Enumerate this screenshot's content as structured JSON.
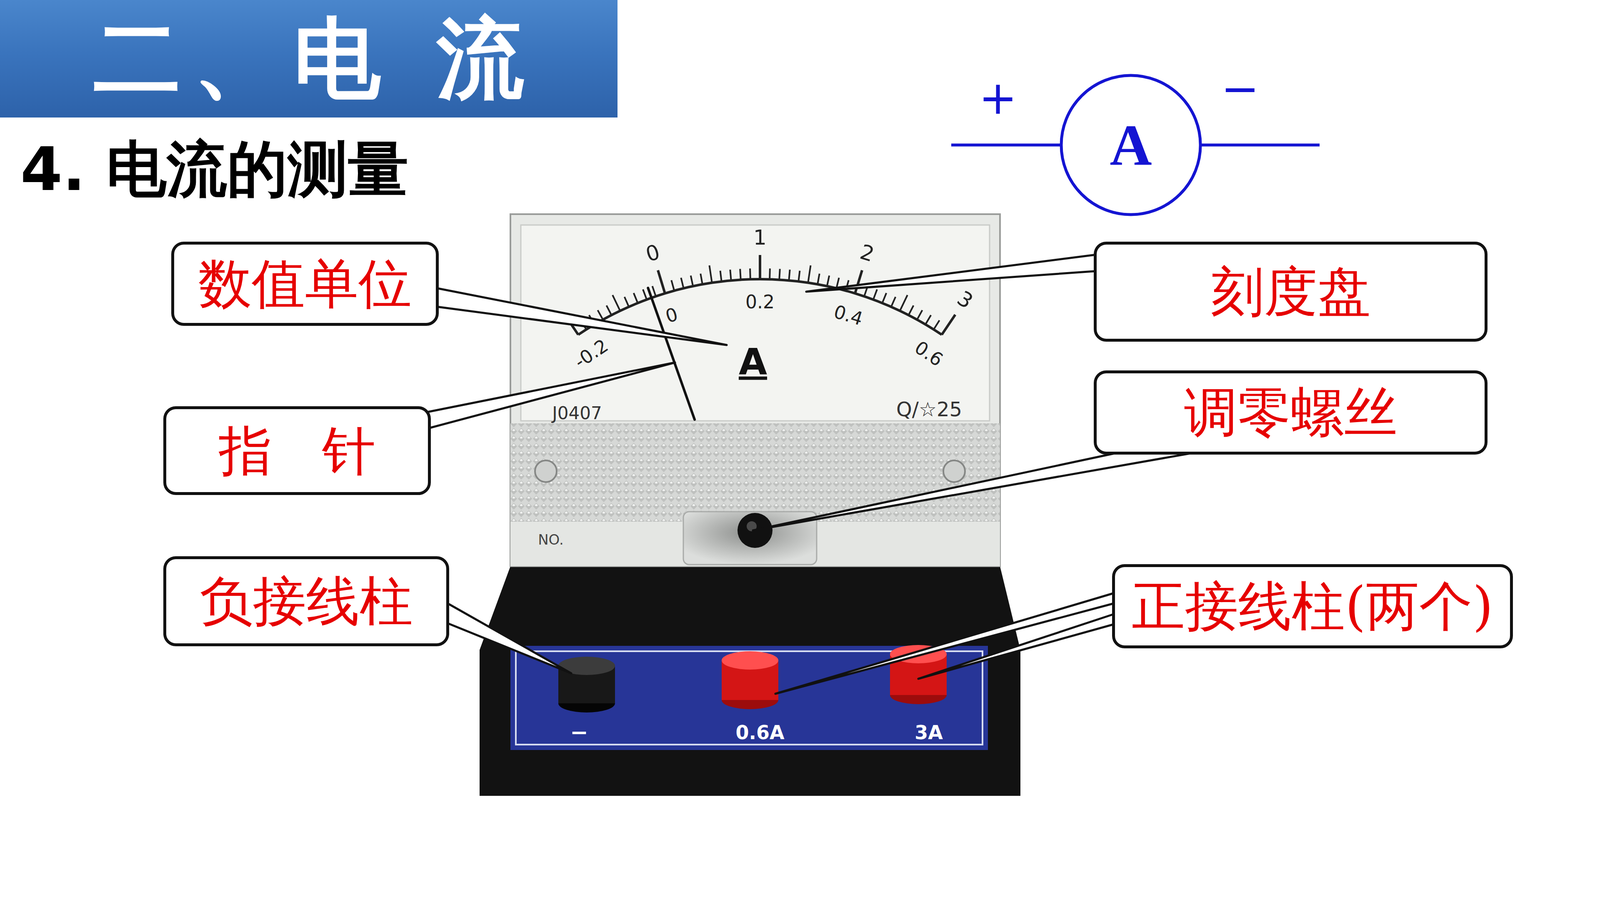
{
  "diagram": {
    "title": "4. 电流的测量",
    "nodes": [
      {
        "text": [
          "二、电 流"
        ]
      },
      {
        "text": [
          "A"
        ]
      },
      {
        "text": [
          "数值单位"
        ]
      },
      {
        "text": [
          "刻度盘"
        ]
      },
      {
        "text": [
          "指 针"
        ]
      },
      {
        "text": [
          "调零螺丝"
        ]
      },
      {
        "text": [
          "负接线柱"
        ]
      },
      {
        "text": [
          "正接线柱(两个)"
        ]
      }
    ],
    "labels": [
      "+",
      "−",
      "0",
      "1",
      "2",
      "3",
      "-0.2",
      "0",
      "0.2",
      "0.4",
      "0.6",
      "A",
      "J0407",
      "Q/☆25",
      "NO.",
      "−",
      "0.6A",
      "3A"
    ]
  }
}
